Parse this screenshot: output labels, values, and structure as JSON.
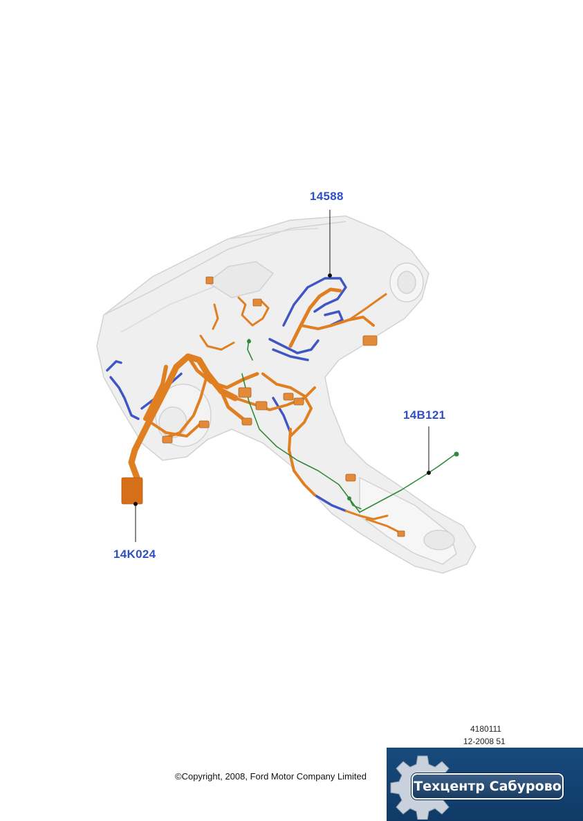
{
  "diagram": {
    "callouts": [
      {
        "id": "upper",
        "label": "14588",
        "color": "#2f4fc6"
      },
      {
        "id": "right",
        "label": "14B121",
        "color": "#2f4fc6"
      },
      {
        "id": "left",
        "label": "14K024",
        "color": "#2f4fc6"
      }
    ],
    "harness_colors": {
      "main": "#e07f22",
      "secondary": "#3f57c4",
      "ground": "#2f8a3a",
      "housing": "#e6e6e6"
    }
  },
  "footer": {
    "illustration_number": "4180111",
    "date_code": "12-2008 51",
    "copyright": "©Copyright, 2008, Ford Motor Company Limited"
  },
  "logo": {
    "text": "Техцентр Сабурово",
    "icon": "gear-icon"
  }
}
